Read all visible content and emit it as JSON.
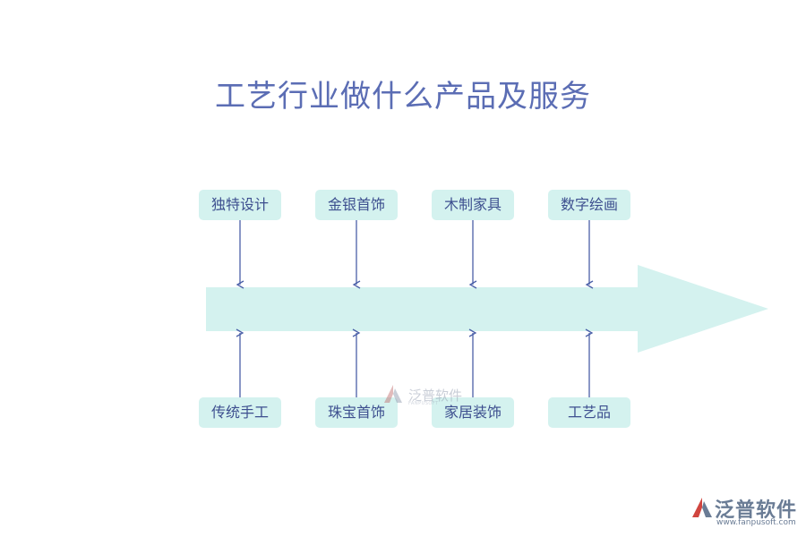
{
  "title": "工艺行业做什么产品及服务",
  "top_items": [
    "独特设计",
    "金银首饰",
    "木制家具",
    "数字绘画"
  ],
  "bottom_items": [
    "传统手工",
    "珠宝首饰",
    "家居装饰",
    "工艺品"
  ],
  "watermark": {
    "text": "泛普软件",
    "sub": "FANPUSOFT"
  },
  "logo": {
    "text": "泛普软件",
    "url": "www.fanpusoft.com"
  },
  "colors": {
    "arrow_fill": "#d4f2ef",
    "connector": "#4a5fa8",
    "title": "#5b6db4",
    "box_fill": "#d4f2ef",
    "box_text": "#3d4f8f"
  }
}
